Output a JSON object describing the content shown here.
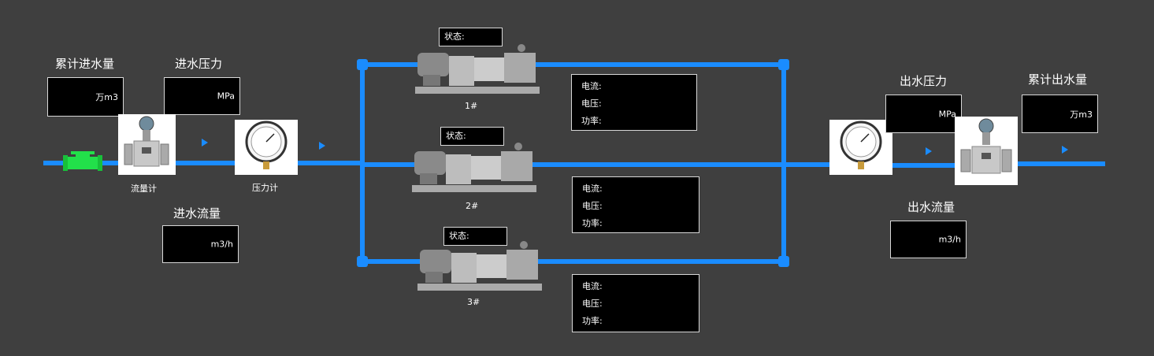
{
  "inlet": {
    "total_title": "累计进水量",
    "total_unit": "万m3",
    "pressure_title": "进水压力",
    "pressure_unit": "MPa",
    "flow_title": "进水流量",
    "flow_unit": "m3/h",
    "flowmeter_caption": "流量计",
    "gauge_caption": "压力计"
  },
  "outlet": {
    "pressure_title": "出水压力",
    "pressure_unit": "MPa",
    "total_title": "累计出水量",
    "total_unit": "万m3",
    "flow_title": "出水流量",
    "flow_unit": "m3/h"
  },
  "pumps": [
    {
      "name": "1#",
      "status_label": "状态:",
      "current_label": "电流:",
      "voltage_label": "电压:",
      "power_label": "功率:"
    },
    {
      "name": "2#",
      "status_label": "状态:",
      "current_label": "电流:",
      "voltage_label": "电压:",
      "power_label": "功率:"
    },
    {
      "name": "3#",
      "status_label": "状态:",
      "current_label": "电流:",
      "voltage_label": "电压:",
      "power_label": "功率:"
    }
  ],
  "colors": {
    "background": "#3f3f3f",
    "pipe": "#1a8cff",
    "valve": "#22e04a"
  }
}
